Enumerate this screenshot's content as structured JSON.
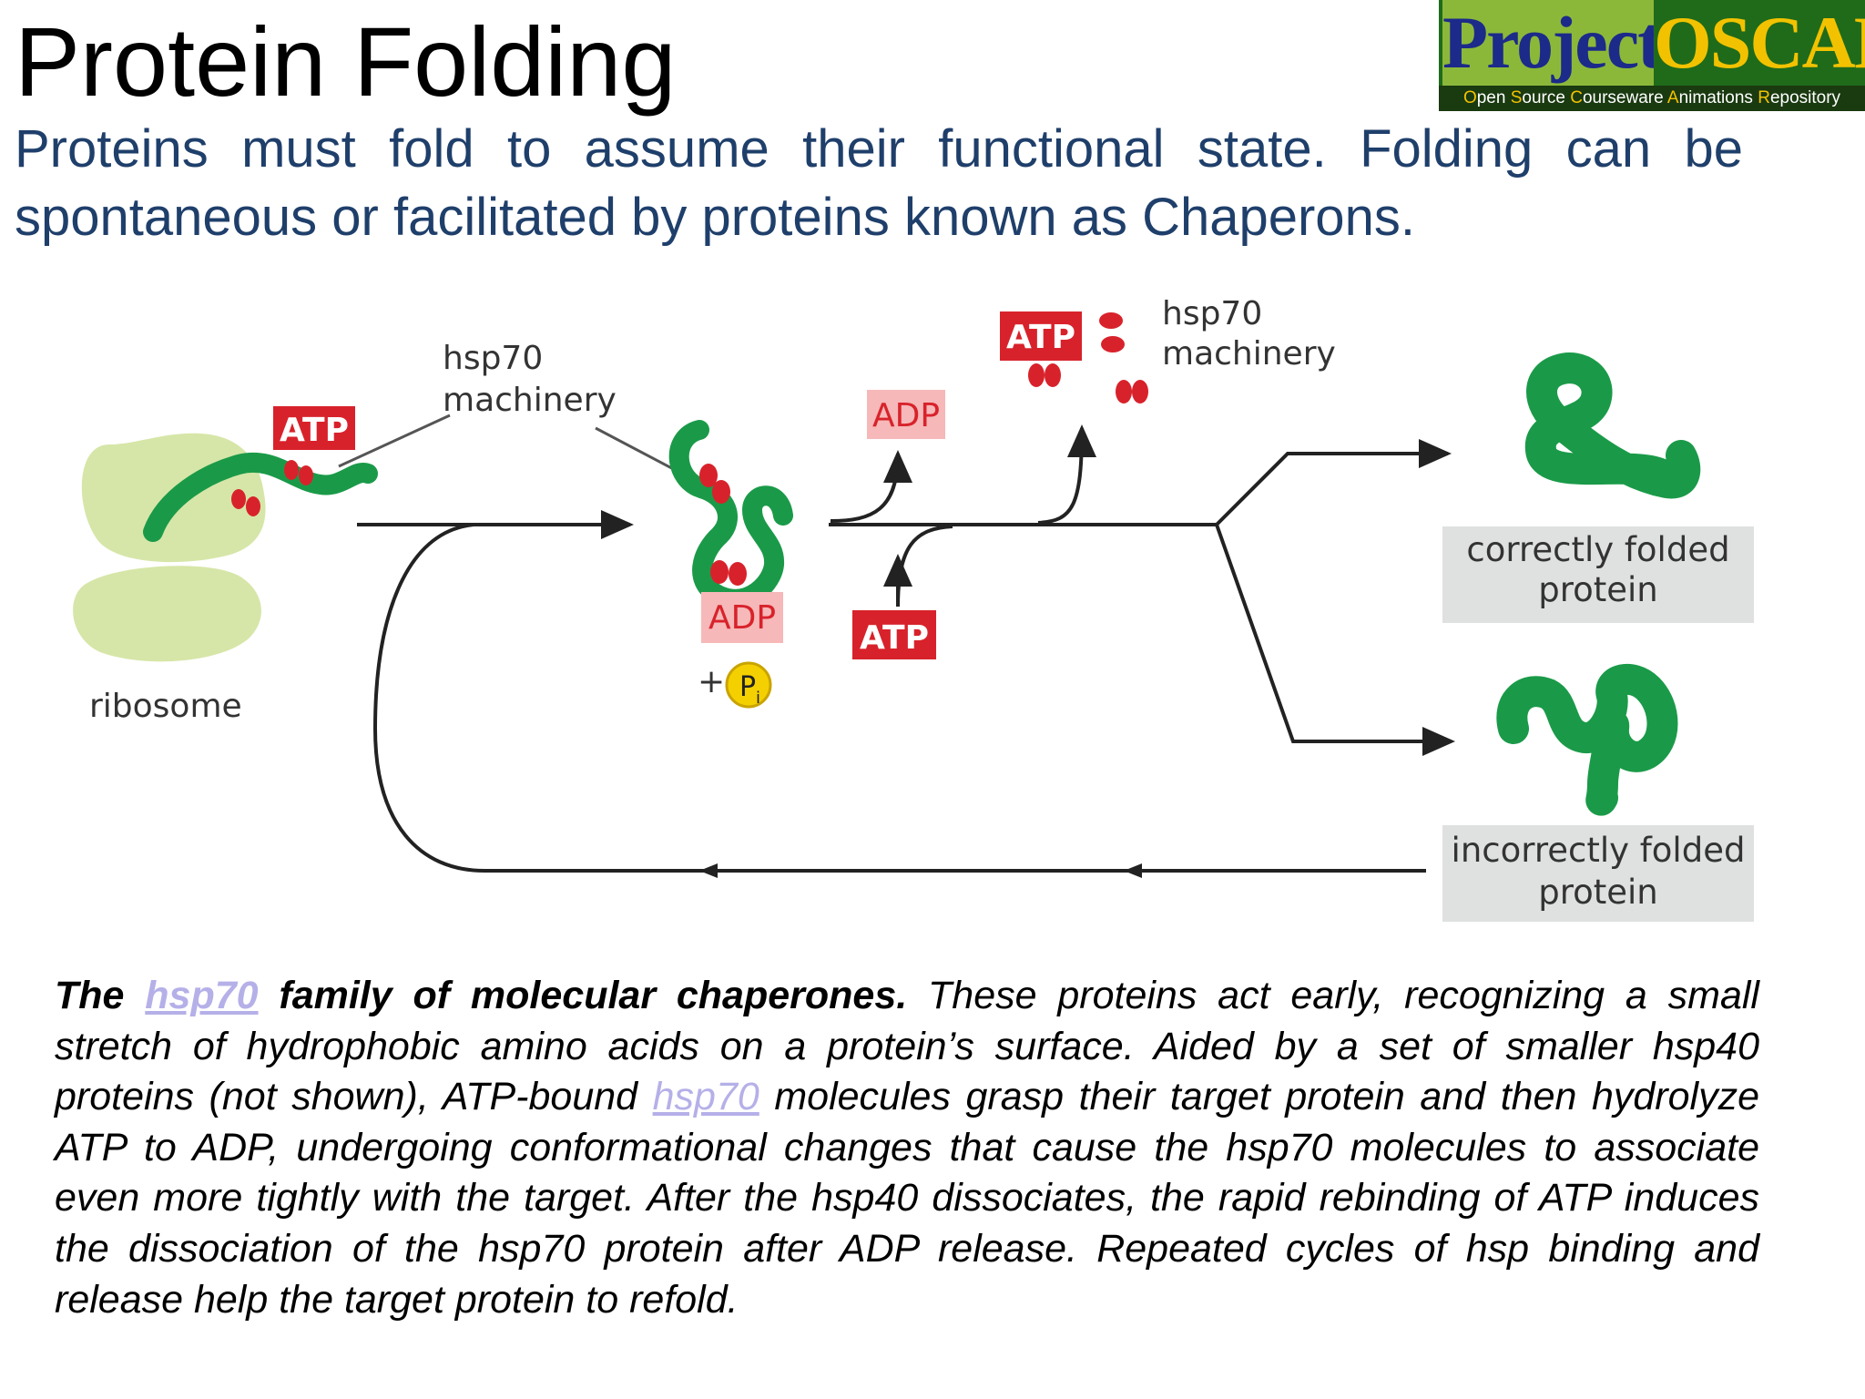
{
  "title": "Protein Folding",
  "subtitle": "Proteins must fold to assume their functional state. Folding can be spontaneous or facilitated by proteins known as Chaperons.",
  "logo": {
    "word1": "Project",
    "word2": "OSCAR",
    "tagline_parts": [
      "O",
      "pen ",
      "S",
      "ource ",
      "C",
      "ourseware ",
      "A",
      "nimations ",
      "R",
      "epository"
    ]
  },
  "diagram": {
    "ribosome_label": "ribosome",
    "hsp70_label_left": [
      "hsp70",
      "machinery"
    ],
    "hsp70_label_right": [
      "hsp70",
      "machinery"
    ],
    "atp": "ATP",
    "adp": "ADP",
    "pi": "P",
    "pi_sub": "i",
    "plus": "+",
    "correct_label": [
      "correctly folded",
      "protein"
    ],
    "incorrect_label": [
      "incorrectly folded",
      "protein"
    ]
  },
  "caption": {
    "part1": "The ",
    "link1": "hsp70",
    "part2": " family of molecular chaperones.",
    "part3": " These proteins act early, recognizing a small stretch of hydrophobic amino acids on a protein’s surface. Aided by a set of smaller hsp40 proteins (not shown), ATP-bound ",
    "link2": "hsp70",
    "part4": " molecules grasp their target protein and then hydrolyze ATP to ADP, undergoing conformational changes that cause the hsp70 molecules to associate even more tightly with the target. After the hsp40 dissociates, the rapid rebinding of ATP induces the dissociation of the hsp70 protein after ADP release. Repeated cycles of hsp binding and release help the target protein to refold."
  },
  "colors": {
    "protein_green": "#1a9a48",
    "atp_red": "#d8222b",
    "adp_pink": "#f6b8b8",
    "ribosome": "#d6e6a8",
    "label_box": "#dfe0e0",
    "pi_yellow": "#f5d000",
    "title_blue": "#1f3f6b",
    "link_lavender": "#b5b0e8"
  }
}
